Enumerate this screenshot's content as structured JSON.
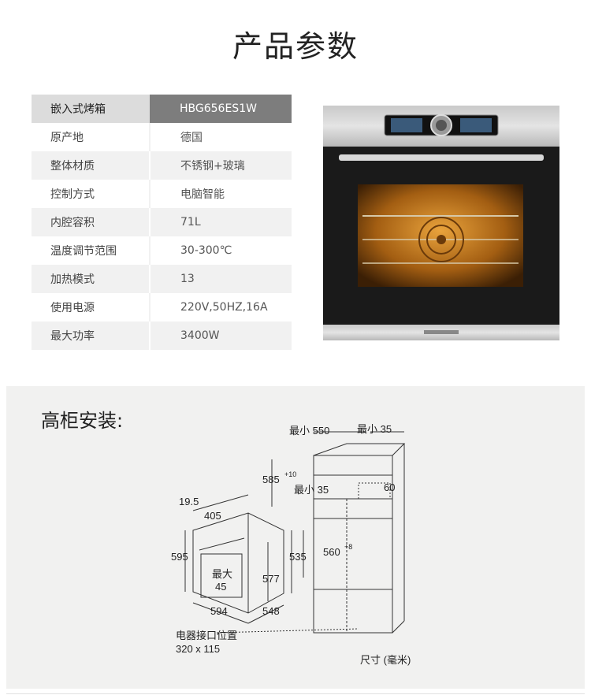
{
  "page": {
    "title": "产品参数"
  },
  "specs": {
    "header": {
      "key": "嵌入式烤箱",
      "value": "HBG656ES1W"
    },
    "rows": [
      {
        "key": "原产地",
        "value": "德国"
      },
      {
        "key": "整体材质",
        "value": "不锈钢+玻璃"
      },
      {
        "key": "控制方式",
        "value": "电脑智能"
      },
      {
        "key": "内腔容积",
        "value": "71L"
      },
      {
        "key": "温度调节范围",
        "value": "30-300℃"
      },
      {
        "key": "加热模式",
        "value": "13"
      },
      {
        "key": "使用电源",
        "value": "220V,50HZ,16A"
      },
      {
        "key": "最大功率",
        "value": "3400W"
      }
    ]
  },
  "installation": {
    "title": "高柜安装:",
    "dimensions": {
      "min_550": "最小 550",
      "min_35_top": "最小 35",
      "d585": "585",
      "d585_sup": "+10",
      "min_35_mid": "最小 35",
      "d60": "60",
      "d19_5": "19.5",
      "d405": "405",
      "d595": "595",
      "d535": "535",
      "d560": "560",
      "d560_sup": "+8",
      "max_label": "最大",
      "d45": "45",
      "d577": "577",
      "d594": "594",
      "d548": "548",
      "conn_label": "电器接口位置",
      "conn_size": "320 x 115",
      "unit": "尺寸 (毫米)"
    }
  },
  "colors": {
    "header_dark": "#7d7d7d",
    "header_light": "#dcdcdc",
    "stripe": "#f1f1f1",
    "panel": "#f1f1f0"
  }
}
